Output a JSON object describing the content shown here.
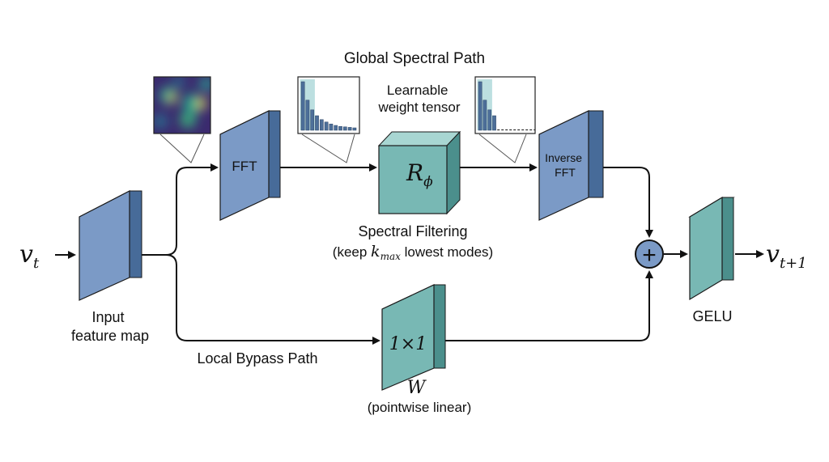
{
  "title": "Global Spectral Path",
  "input": {
    "var": "v",
    "sub": "t",
    "label_line1": "Input",
    "label_line2": "feature map"
  },
  "fft": {
    "label": "FFT"
  },
  "weight": {
    "label_line1": "Learnable",
    "label_line2": "weight tensor",
    "symbol": "R",
    "symbol_sub": "ϕ"
  },
  "ifft": {
    "label_line1": "Inverse",
    "label_line2": "FFT"
  },
  "spectral_filtering": {
    "line1": "Spectral Filtering",
    "line2_pre": "(keep ",
    "k": "k",
    "k_sub": "max",
    "line2_post": " lowest modes)"
  },
  "bypass": {
    "path_label": "Local Bypass Path",
    "block_label": "1×1",
    "symbol": "W",
    "caption": "(pointwise linear)"
  },
  "activation": {
    "label": "GELU"
  },
  "output": {
    "var": "v",
    "sub": "t+1"
  },
  "sum_symbol": "+",
  "spectrum_full": [
    1.0,
    0.62,
    0.42,
    0.3,
    0.22,
    0.17,
    0.13,
    0.1,
    0.08,
    0.07,
    0.06,
    0.05
  ],
  "spectrum_truncated": [
    1.0,
    0.62,
    0.42,
    0.3
  ],
  "kept_modes": 3,
  "colors": {
    "blue_front": "#7b9ac6",
    "blue_side": "#476b99",
    "blue_top": "#a7c0df",
    "teal_front": "#78b8b4",
    "teal_side": "#4b8f8c",
    "teal_top": "#a8d6d2",
    "bar": "#4d6f99",
    "highlight": "#bcdfe0",
    "sum_fill": "#7b9ac6"
  }
}
